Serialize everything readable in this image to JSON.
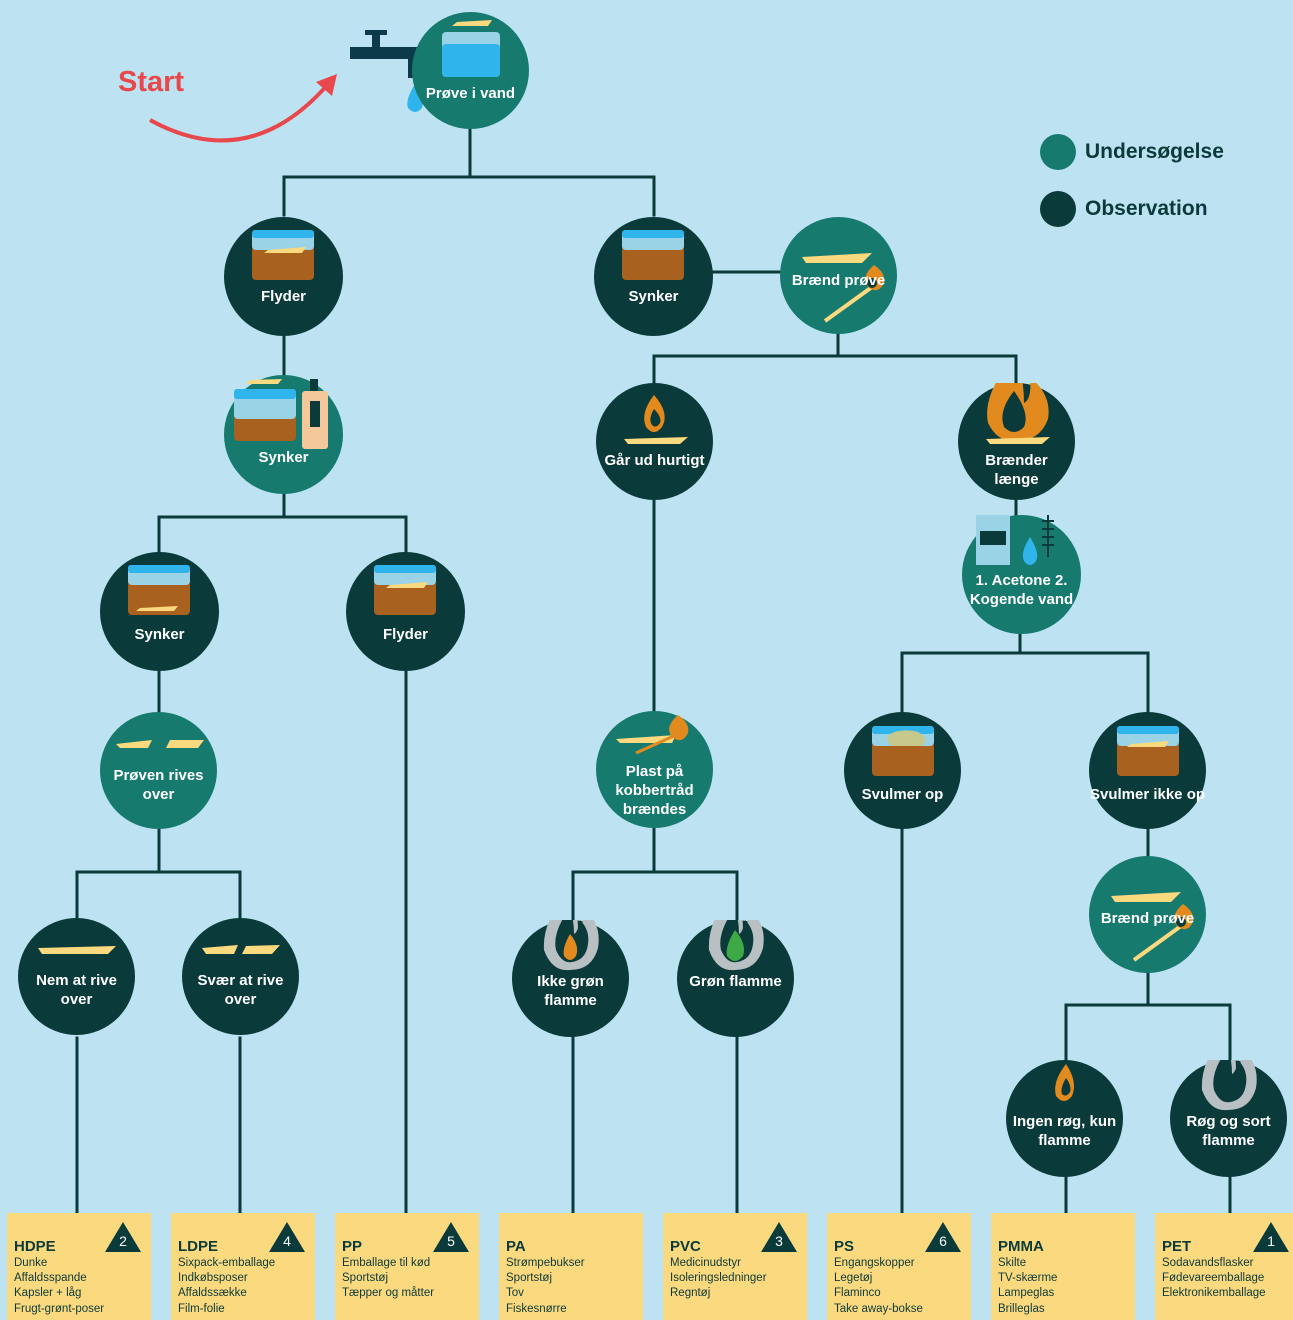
{
  "start_label": "Start",
  "colors": {
    "background": "#bde3f2",
    "investigation": "#177a6f",
    "observation": "#0b3a3a",
    "card": "#fbd97e",
    "start": "#e8474c",
    "water": "#2fb5ec",
    "soil": "#a8611e",
    "flame": "#e38a1e",
    "green_flame": "#3eaa47"
  },
  "legend": [
    {
      "label": "Undersøgelse",
      "type": "investigation"
    },
    {
      "label": "Observation",
      "type": "observation"
    }
  ],
  "nodes": {
    "water_test": {
      "label": "Prøve i vand",
      "icon": "water-glass-icon"
    },
    "floats_top": {
      "label": "Flyder",
      "icon": "glass-floating-icon"
    },
    "sinks_top": {
      "label": "Synker",
      "icon": "glass-sinking-icon"
    },
    "burn_test_1": {
      "label": "Brænd prøve",
      "icon": "match-icon"
    },
    "alcohol_test": {
      "label": "Synker",
      "icon": "bottle-glass-icon"
    },
    "goes_out": {
      "label": "Går ud hurtigt",
      "icon": "small-flame-icon"
    },
    "burns_long": {
      "label": "Brænder længe",
      "icon": "large-flame-icon"
    },
    "sinks_left": {
      "label": "Synker",
      "icon": "glass-sinking-icon"
    },
    "floats_pp": {
      "label": "Flyder",
      "icon": "glass-floating-icon"
    },
    "acetone": {
      "label": "1. Acetone 2. Kogende vand",
      "icon": "acetone-kettle-icon"
    },
    "tear_test": {
      "label": "Prøven rives over",
      "icon": "torn-strip-icon"
    },
    "copper_wire": {
      "label": "Plast på kobbertråd brændes",
      "icon": "wire-flame-icon"
    },
    "swells": {
      "label": "Svulmer op",
      "icon": "glass-swelling-icon"
    },
    "no_swell": {
      "label": "Svulmer ikke op",
      "icon": "glass-flat-icon"
    },
    "easy_tear": {
      "label": "Nem at rive over",
      "icon": "strip-icon"
    },
    "hard_tear": {
      "label": "Svær at rive over",
      "icon": "torn-strip-icon"
    },
    "not_green": {
      "label": "Ikke grøn flamme",
      "icon": "orange-flame-icon"
    },
    "green": {
      "label": "Grøn flamme",
      "icon": "green-flame-icon"
    },
    "burn_test_2": {
      "label": "Brænd prøve",
      "icon": "match-icon"
    },
    "no_smoke": {
      "label": "Ingen røg, kun flamme",
      "icon": "flame-icon"
    },
    "smoke": {
      "label": "Røg og sort flamme",
      "icon": "smoke-flame-icon"
    }
  },
  "plastics": [
    {
      "name": "HDPE",
      "number": "2",
      "items": [
        "Dunke",
        "Affaldsspande",
        "Kapsler + låg",
        "Frugt-grønt-poser"
      ]
    },
    {
      "name": "LDPE",
      "number": "4",
      "items": [
        "Sixpack-emballage",
        "Indkøbsposer",
        "Affaldssække",
        "Film-folie"
      ]
    },
    {
      "name": "PP",
      "number": "5",
      "items": [
        "Emballage til kød",
        "Sportstøj",
        "Tæpper og måtter"
      ]
    },
    {
      "name": "PA",
      "number": "",
      "items": [
        "Strømpebukser",
        "Sportstøj",
        "Tov",
        "Fiskesnørre"
      ]
    },
    {
      "name": "PVC",
      "number": "3",
      "items": [
        "Medicinudstyr",
        "Isoleringsledninger",
        "Regntøj"
      ]
    },
    {
      "name": "PS",
      "number": "6",
      "items": [
        "Engangskopper",
        "Legetøj",
        "Flaminco",
        "Take away-bokse"
      ]
    },
    {
      "name": "PMMA",
      "number": "",
      "items": [
        "Skilte",
        "TV-skærme",
        "Lampeglas",
        "Brilleglas"
      ]
    },
    {
      "name": "PET",
      "number": "1",
      "items": [
        "Sodavandsflasker",
        "Fødevareemballage",
        "Elektronikemballage"
      ]
    }
  ]
}
